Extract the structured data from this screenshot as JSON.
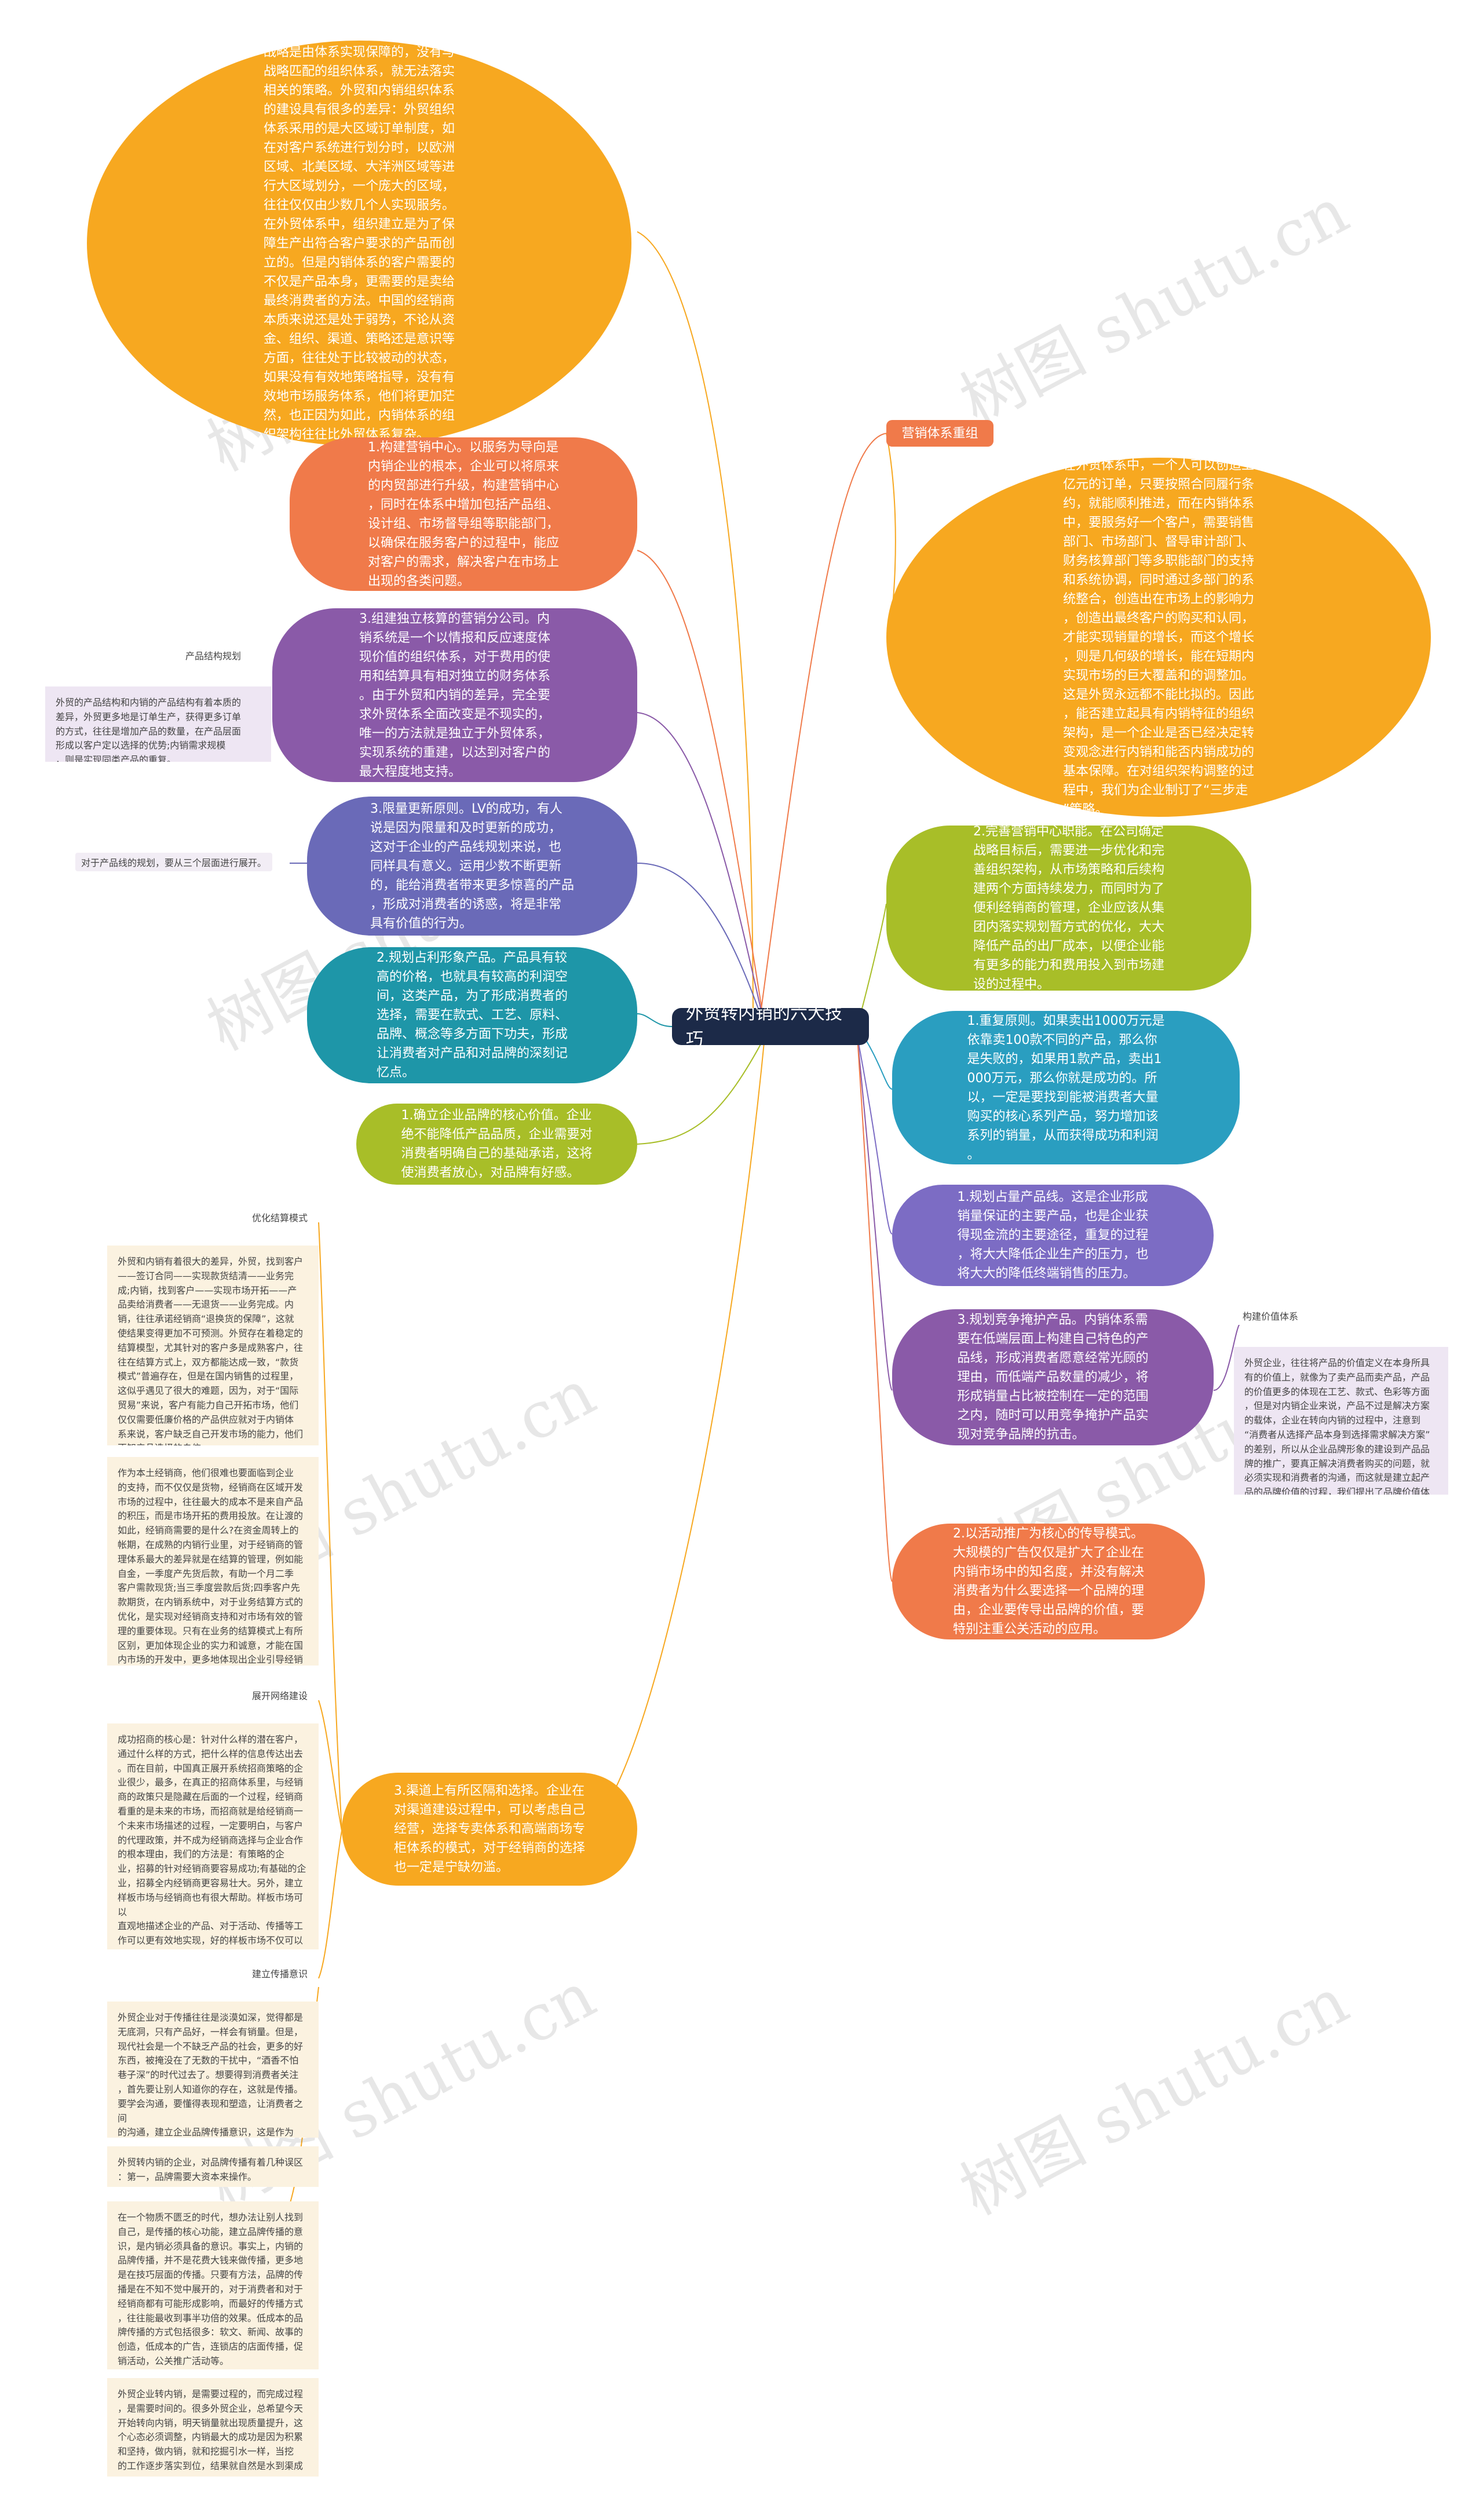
{
  "root": {
    "label": "外贸转内销的六大技巧"
  },
  "branches": {
    "b_top": {
      "text": "战略是由体系实现保障的，没有与\n战略匹配的组织体系，就无法落实\n相关的策略。外贸和内销组织体系\n的建设具有很多的差异：外贸组织\n体系采用的是大区域订单制度，如\n在对客户系统进行划分时，以欧洲\n区域、北美区域、大洋洲区域等进\n行大区域划分，一个庞大的区域，\n往往仅仅由少数几个人实现服务。\n在外贸体系中，组织建立是为了保\n障生产出符合客户要求的产品而创\n立的。但是内销体系的客户需要的\n不仅是产品本身，更需要的是卖给\n最终消费者的方法。中国的经销商\n本质来说还是处于弱势，不论从资\n金、组织、渠道、策略还是意识等\n方面，往往处于比较被动的状态，\n如果没有有效地策略指导，没有有\n效地市场服务体系，他们将更加茫\n然，也正因为如此，内销体系的组\n织架构往往比外贸体系复杂。"
    },
    "b_tag": {
      "text": "营销体系重组"
    },
    "b_r_org": {
      "text": "在外贸体系中，一个人可以创造上\n亿元的订单，只要按照合同履行条\n约，就能顺利推进，而在内销体系\n中，要服务好一个客户，需要销售\n部门、市场部门、督导审计部门、\n财务核算部门等多职能部门的支持\n和系统协调，同时通过多部门的系\n统整合，创造出在市场上的影响力\n，创造出最终客户的购买和认同，\n才能实现销量的增长，而这个增长\n，则是几何级的增长，能在短期内\n实现市场的巨大覆盖和的调整加。\n这是外贸永远都不能比拟的。因此\n，能否建立起具有内销特征的组织\n架构，是一个企业是否已经决定转\n变观念进行内销和能否内销成功的\n基本保障。在对组织架构调整的过\n程中，我们为企业制订了“三步走\n”策略。"
    },
    "b_l_1": {
      "text": "1.构建营销中心。以服务为导向是\n内销企业的根本，企业可以将原来\n的内贸部进行升级，构建营销中心\n，同时在体系中增加包括产品组、\n设计组、市场督导组等职能部门，\n以确保在服务客户的过程中，能应\n对客户的需求，解决客户在市场上\n出现的各类问题。"
    },
    "b_l_3": {
      "text": "3.组建独立核算的营销分公司。内\n销系统是一个以情报和反应速度体\n现价值的组织体系，对于费用的使\n用和结算具有相对独立的财务体系\n。由于外贸和内销的差异，完全要\n求外贸体系全面改变是不现实的，\n唯一的方法就是独立于外贸体系，\n实现系统的重建，以达到对客户的\n最大程度地支持。"
    },
    "b_l_lv": {
      "text": "3.限量更新原则。LV的成功，有人\n说是因为限量和及时更新的成功，\n这对于企业的产品线规划来说，也\n同样具有意义。运用少数不断更新\n的，能给消费者带来更多惊喜的产品\n，形成对消费者的诱惑，将是非常\n具有价值的行为。"
    },
    "b_l_2": {
      "text": "2.规划占利形象产品。产品具有较\n高的价格，也就具有较高的利润空\n间，这类产品，为了形成消费者的\n选择，需要在款式、工艺、原料、\n品牌、概念等多方面下功夫，形成\n让消费者对产品和对品牌的深刻记\n忆点。"
    },
    "b_l_core": {
      "text": "1.确立企业品牌的核心价值。企业\n绝不能降低产品品质，企业需要对\n消费者明确自己的基础承诺，这将\n使消费者放心，对品牌有好感。"
    },
    "b_l_chan": {
      "text": "3.渠道上有所区隔和选择。企业在\n对渠道建设过程中，可以考虑自己\n经营，选择专卖体系和高端商场专\n柜体系的模式，对于经销商的选择\n也一定是宁缺勿滥。"
    },
    "b_r_2": {
      "text": "2.完善营销中心职能。在公司确定\n战略目标后，需要进一步优化和完\n善组织架构，从市场策略和后续构\n建两个方面持续发力，而同时为了\n便利经销商的管理，企业应该从集\n团内落实规划暂方式的优化，大大\n降低产品的出厂成本，以便企业能\n有更多的能力和费用投入到市场建\n设的过程中。"
    },
    "b_r_1": {
      "text": "1.重复原则。如果卖出1000万元是\n依靠卖100款不同的产品，那么你\n是失败的，如果用1款产品，卖出1\n000万元，那么你就是成功的。所\n以，一定是要找到能被消费者大量\n购买的核心系列产品，努力增加该\n系列的销量，从而获得成功和利润\n。"
    },
    "b_r_1b": {
      "text": "1.规划占量产品线。这是企业形成\n销量保证的主要产品，也是企业获\n得现金流的主要途径，重复的过程\n，将大大降低企业生产的压力，也\n将大大的降低终端销售的压力。"
    },
    "b_r_3": {
      "text": "3.规划竞争掩护产品。内销体系需\n要在低端层面上构建自己特色的产\n品线，形成消费者愿意经常光顾的\n理由，而低端产品数量的减少，将\n形成销量占比被控制在一定的范围\n之内，随时可以用竞争掩护产品实\n现对竞争品牌的抗击。"
    },
    "b_r_ad": {
      "text": "2.以活动推广为核心的传导模式。\n大规模的广告仅仅是扩大了企业在\n内销市场中的知名度，并没有解决\n消费者为什么要选择一个品牌的理\n由，企业要传导出品牌的价值，要\n特别注重公关活动的应用。"
    }
  },
  "labels": {
    "product_structure": "产品结构规划",
    "product_line_note": "对于产品线的规划，要从三个层面进行展开。",
    "brand_value": "构建价值体系",
    "optimize": "优化结算模式",
    "network": "展开网络建设",
    "awareness": "建立传播意识"
  },
  "notes": {
    "product_structure": "外贸的产品结构和内销的产品结构有着本质的\n差异，外贸更多地是订单生产，获得更多订单\n的方式，往往是增加产品的数量，在产品层面\n形成以客户定以选择的优势;内销需求规模\n，则是实现同类产品的重复。",
    "brand_value": "外贸企业，往往将产品的价值定义在本身所具\n有的价值上，就像为了卖产品而卖产品，产品\n的价值更多的体现在工艺、款式、色彩等方面\n，但是对内销企业来说，产品不过是解决方案\n的载体，企业在转向内销的过程中，注意到\n“消费者从选择产品本身到选择需求解决方案”\n的差别，所以从企业品牌形象的建设到产品品\n牌的推广，要真正解决消费者购买的问题，就\n必须实现和消费者的沟通，而这就是建立起产\n品的品牌价值的过程，我们提出了品牌价值体\n系建立的三个原则。",
    "optimize_1": "外贸和内销有着很大的差异，外贸，找到客户\n——签订合同——实现款货结清——业务完\n成;内销，找到客户——实现市场开拓——产\n品卖给消费者——无退货——业务完成。内\n销，往往承诺经销商“退换货的保障”，这就\n使结果变得更加不可预测。外贸存在着稳定的\n结算模型，尤其针对的客户多是成熟客户，往\n往在结算方式上，双方都能达成一致，“款货\n模式”普遍存在，但是在国内销售的过程里，\n这似乎遇见了很大的难题，因为，对于“国际\n贸易”来说，客户有能力自己开拓市场，他们\n仅仅需要低廉价格的产品供应就对于内销体\n系来说，客户缺乏自己开发市场的能力，他们\n不知产品选择的自信。",
    "optimize_2": "作为本土经销商，他们很难也要面临到企业\n的支持，而不仅仅是货物，经销商在区域开发\n市场的过程中，往往最大的成本不是来自产品\n的积压，而是市场开拓的费用投放。在让渡的\n如此，经销商需要的是什么?在资金周转上的\n帐期，在成熟的内销行业里，对于经销商的管\n理体系最大的差异就是在结算的管理，例如能\n自金，一季度产先货后款，有助一个月二季\n客户需款现货;当三季度尝款后货;四季客户先\n款期货，在内销系统中，对于业务结算方式的\n优化，是实现对经销商支持和对市场有效的管\n理的重要体现。只有在业务的结算模式上有所\n区别，更加体现企业的实力和诚意，才能在国\n内市场的开发中，更多地体现出企业引导经销\n商的价值。",
    "network_1": "成功招商的核心是：针对什么样的潜在客户，\n通过什么样的方式，把什么样的信息传达出去\n。而在目前，中国真正展开系统招商策略的企\n业很少，最多，在真正的招商体系里，与经销\n商的政策只是隐藏在后面的一个过程，经销商\n看重的是未来的市场，而招商就是给经销商一\n个未来市场描述的过程，一定要明白，与客户\n的代理政策，并不成为经销商选择与企业合作\n的根本理由，我们的方法是：有策略的企\n业，招募的针对经销商要容易成功;有基础的企\n业，招募全内经销商更容易壮大。另外，建立\n样板市场与经销商也有很大帮助。样板市场可以\n直观地描述企业的产品、对于活动、传播等工\n作可以更有效地实现，好的样板市场不仅可以\n总结成功经验，成为各个区域的样板，而且还可以给经销商带来信心和帮助。",
    "awareness_1": "外贸企业对于传播往往是淡漠如深，觉得都是\n无底洞，只有产品好，一样会有销量。但是，\n现代社会是一个不缺乏产品的社会，更多的好\n东西，被掩没在了无数的干扰中，“酒香不怕\n巷子深”的时代过去了。想要得到消费者关注\n，首先要让别人知道你的存在，这就是传播。\n要学会沟通，要懂得表现和塑造，让消费者之间\n的沟通，建立企业品牌传播意识，这是作为\n外贸企业转内销必须要做的第一课题。",
    "awareness_2": "外贸转内销的企业，对品牌传播有着几种误区\n：第一，品牌需要大资本来操作。",
    "awareness_3": "在一个物质不匮乏的时代，想办法让别人找到\n自己，是传播的核心功能，建立品牌传播的意\n识，是内销必须具备的意识。事实上，内销的\n品牌传播，并不是花费大钱来做传播，更多地\n是在技巧层面的传播。只要有方法，品牌的传\n播是在不知不觉中展开的，对于消费者和对于\n经销商都有可能形成影响，而最好的传播方式\n，往往能最收到事半功倍的效果。低成本的品\n牌传播的方式包括很多：软文、新闻、故事的\n创造，低成本的广告，连锁店的店面传播，促\n销活动，公关推广活动等。",
    "awareness_4": "外贸企业转内销，是需要过程的，而完成过程\n，是需要时间的。很多外贸企业，总希望今天\n开始转向内销，明天销量就出现质量提升，这\n个心态必须调整，内销最大的成功是因为积累\n和坚持，做内销，就和挖掘引水一样，当挖\n的工作逐步落实到位，结果就自然是水到渠成\n。"
  },
  "watermark": "树图 shutu.cn",
  "colors": {
    "root": "#1c2a48",
    "yellow": "#f7a820",
    "orange": "#f07a4a",
    "purple": "#8a5aa8",
    "indigo": "#6a6ab8",
    "teal": "#1e96a8",
    "green": "#a8be28",
    "blue": "#2a9ec0",
    "violet": "#7c6cc4"
  }
}
